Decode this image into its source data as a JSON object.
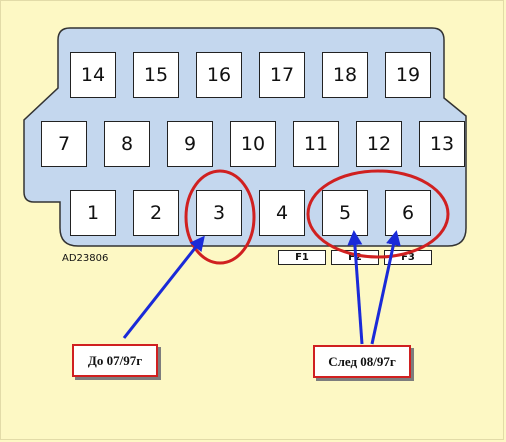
{
  "diagram": {
    "rows": [
      [
        "14",
        "15",
        "16",
        "17",
        "18",
        "19"
      ],
      [
        "7",
        "8",
        "9",
        "10",
        "11",
        "12",
        "13"
      ],
      [
        "1",
        "2",
        "3",
        "4",
        "5",
        "6"
      ]
    ],
    "fuse_labels": [
      "F1",
      "F2",
      "F3"
    ],
    "code": "AD23806",
    "callouts": {
      "before": "До 07/97г",
      "after": "След 08/97г"
    },
    "colors": {
      "background": "#fdf8c4",
      "connector_fill": "#c4d7ee",
      "highlight": "#d02020",
      "arrow": "#1a2ad8"
    }
  }
}
